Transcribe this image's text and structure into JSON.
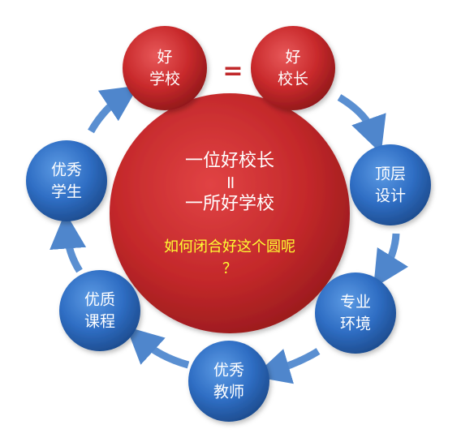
{
  "nodes": {
    "good_school": {
      "line1": "好",
      "line2": "学校"
    },
    "good_principal": {
      "line1": "好",
      "line2": "校长"
    },
    "top_design": {
      "line1": "顶层",
      "line2": "设计"
    },
    "professional_env": {
      "line1": "专业",
      "line2": "环境"
    },
    "excellent_teachers": {
      "line1": "优秀",
      "line2": "教师"
    },
    "quality_courses": {
      "line1": "优质",
      "line2": "课程"
    },
    "excellent_students": {
      "line1": "优秀",
      "line2": "学生"
    }
  },
  "top_equals": "=",
  "center": {
    "line1": "一位好校长",
    "equals": "=",
    "line2": "一所好学校",
    "question1": "如何闭合好这个圆呢",
    "question2": "？"
  },
  "colors": {
    "red": "#c0282a",
    "blue": "#2d6fc0",
    "arrow": "#5a8fd1",
    "question_text": "#ffff33"
  }
}
